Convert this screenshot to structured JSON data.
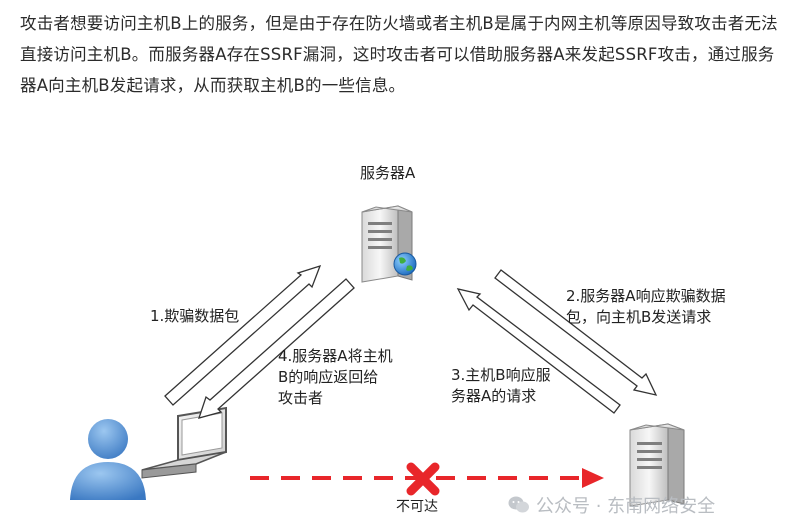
{
  "paragraph": "攻击者想要访问主机B上的服务，但是由于存在防火墙或者主机B是属于内网主机等原因导致攻击者无法直接访问主机B。而服务器A存在SSRF漏洞，这时攻击者可以借助服务器A来发起SSRF攻击，通过服务器A向主机B发起请求，从而获取主机B的一些信息。",
  "labels": {
    "server_a": "服务器A",
    "step1": "1.欺骗数据包",
    "step2": "2.服务器A响应欺骗数据\n包，向主机B发送请求",
    "step3": "3.主机B响应服\n务器A的请求",
    "step4": "4.服务器A将主机\nB的响应返回给\n攻击者",
    "unreachable": "不可达"
  },
  "watermark": "公众号 · 东南网络安全",
  "colors": {
    "dashed_arrow": "#e8262a",
    "cross": "#e8262a",
    "globe": "#2a7fd4",
    "user": "#4a90d9"
  },
  "icons": [
    "server-icon",
    "globe-icon",
    "user-icon",
    "laptop-icon",
    "cross-icon",
    "wechat-icon"
  ]
}
